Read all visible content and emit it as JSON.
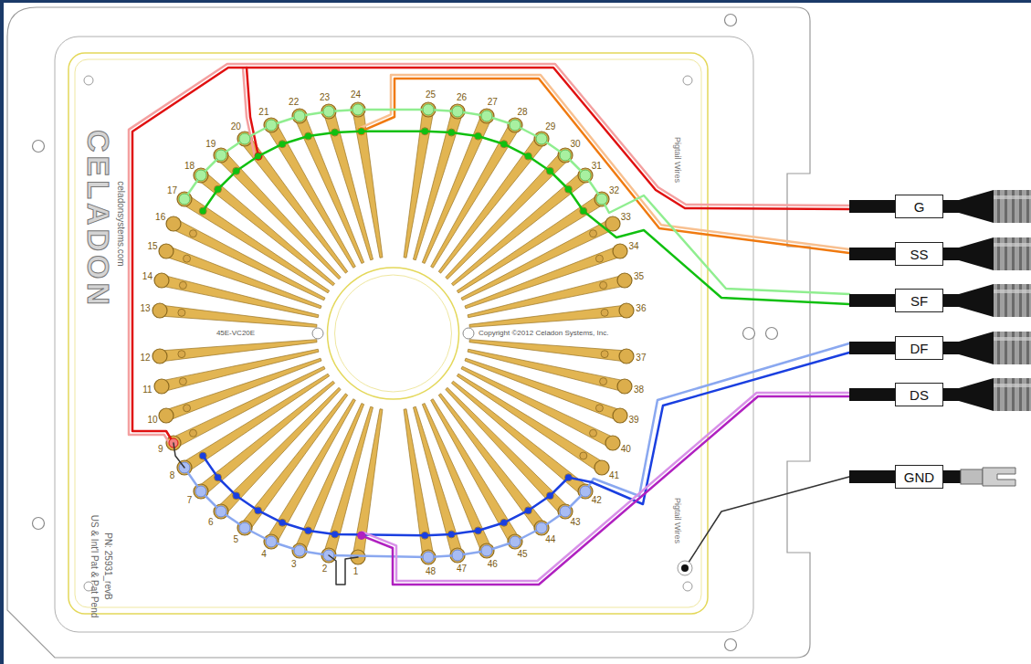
{
  "diagram": {
    "nodes": [
      {
        "text": [
          "G"
        ]
      },
      {
        "text": [
          "SS"
        ]
      },
      {
        "text": [
          "SF"
        ]
      },
      {
        "text": [
          "DF"
        ]
      },
      {
        "text": [
          "DS"
        ]
      },
      {
        "text": [
          "GND"
        ]
      }
    ],
    "labels": [
      "1",
      "2",
      "3",
      "4",
      "5",
      "6",
      "7",
      "8",
      "9",
      "10",
      "11",
      "12",
      "13",
      "14",
      "15",
      "16",
      "17",
      "18",
      "19",
      "20",
      "21",
      "22",
      "23",
      "24",
      "25",
      "26",
      "27",
      "28",
      "29",
      "30",
      "31",
      "32",
      "33",
      "34",
      "35",
      "36",
      "37",
      "38",
      "39",
      "40",
      "41",
      "42",
      "43",
      "44",
      "45",
      "46",
      "47",
      "48",
      "CELADON",
      "celadonsystems.com",
      "45E-VC20E",
      "Copyright ©2012 Celadon Systems, Inc.",
      "PN: 25931_revB",
      "US & Int'l Pat & Pat Pend",
      "Pigtail Wires",
      "Pigtail Wires"
    ]
  }
}
